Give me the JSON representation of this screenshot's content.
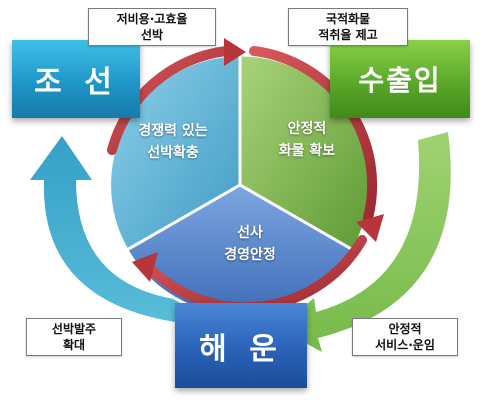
{
  "nodes": {
    "shipbuilding": "조 선",
    "trade": "수출입",
    "shipping": "해 운"
  },
  "labels": {
    "top_left": [
      "저비용·고효율",
      "선박"
    ],
    "top_right": [
      "국적화물",
      "적취율 제고"
    ],
    "bottom_left": [
      "선박발주",
      "확대"
    ],
    "bottom_right": [
      "안정적",
      "서비스·운임"
    ]
  },
  "segments": {
    "top_left": [
      "경쟁력 있는",
      "선박확충"
    ],
    "top_right": [
      "안정적",
      "화물 확보"
    ],
    "bottom": [
      "선사",
      "경영안정"
    ]
  },
  "colors": {
    "shipbuilding_blue": "#1f97c9",
    "trade_green": "#5aa82a",
    "shipping_blue": "#2a62b8",
    "ring_red": "#b8353a"
  }
}
